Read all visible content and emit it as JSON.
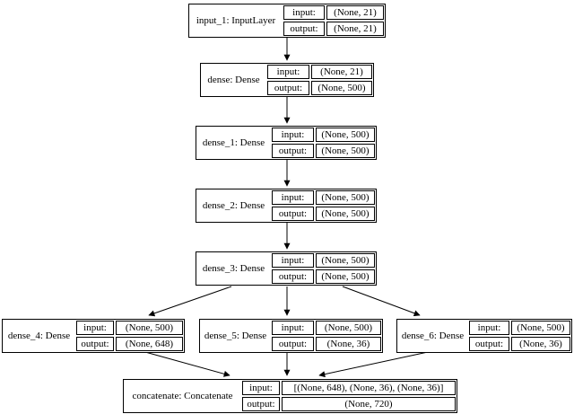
{
  "diagram": {
    "type": "keras-model-architecture",
    "colors": {
      "background": "#ffffff",
      "node_fill": "#ffffff",
      "border": "#000000",
      "text": "#000000",
      "edge": "#000000"
    },
    "nodes": [
      {
        "id": "input_1",
        "name": "input_1: InputLayer",
        "input_label": "input:",
        "output_label": "output:",
        "input_shape": "(None, 21)",
        "output_shape": "(None, 21)"
      },
      {
        "id": "dense",
        "name": "dense: Dense",
        "input_label": "input:",
        "output_label": "output:",
        "input_shape": "(None, 21)",
        "output_shape": "(None, 500)"
      },
      {
        "id": "dense_1",
        "name": "dense_1: Dense",
        "input_label": "input:",
        "output_label": "output:",
        "input_shape": "(None, 500)",
        "output_shape": "(None, 500)"
      },
      {
        "id": "dense_2",
        "name": "dense_2: Dense",
        "input_label": "input:",
        "output_label": "output:",
        "input_shape": "(None, 500)",
        "output_shape": "(None, 500)"
      },
      {
        "id": "dense_3",
        "name": "dense_3: Dense",
        "input_label": "input:",
        "output_label": "output:",
        "input_shape": "(None, 500)",
        "output_shape": "(None, 500)"
      },
      {
        "id": "dense_4",
        "name": "dense_4: Dense",
        "input_label": "input:",
        "output_label": "output:",
        "input_shape": "(None, 500)",
        "output_shape": "(None, 648)"
      },
      {
        "id": "dense_5",
        "name": "dense_5: Dense",
        "input_label": "input:",
        "output_label": "output:",
        "input_shape": "(None, 500)",
        "output_shape": "(None, 36)"
      },
      {
        "id": "dense_6",
        "name": "dense_6: Dense",
        "input_label": "input:",
        "output_label": "output:",
        "input_shape": "(None, 500)",
        "output_shape": "(None, 36)"
      },
      {
        "id": "concatenate",
        "name": "concatenate: Concatenate",
        "input_label": "input:",
        "output_label": "output:",
        "input_shape": "[(None, 648), (None, 36), (None, 36)]",
        "output_shape": "(None, 720)"
      }
    ],
    "edges": [
      {
        "from": "input_1",
        "to": "dense"
      },
      {
        "from": "dense",
        "to": "dense_1"
      },
      {
        "from": "dense_1",
        "to": "dense_2"
      },
      {
        "from": "dense_2",
        "to": "dense_3"
      },
      {
        "from": "dense_3",
        "to": "dense_4"
      },
      {
        "from": "dense_3",
        "to": "dense_5"
      },
      {
        "from": "dense_3",
        "to": "dense_6"
      },
      {
        "from": "dense_4",
        "to": "concatenate"
      },
      {
        "from": "dense_5",
        "to": "concatenate"
      },
      {
        "from": "dense_6",
        "to": "concatenate"
      }
    ]
  }
}
